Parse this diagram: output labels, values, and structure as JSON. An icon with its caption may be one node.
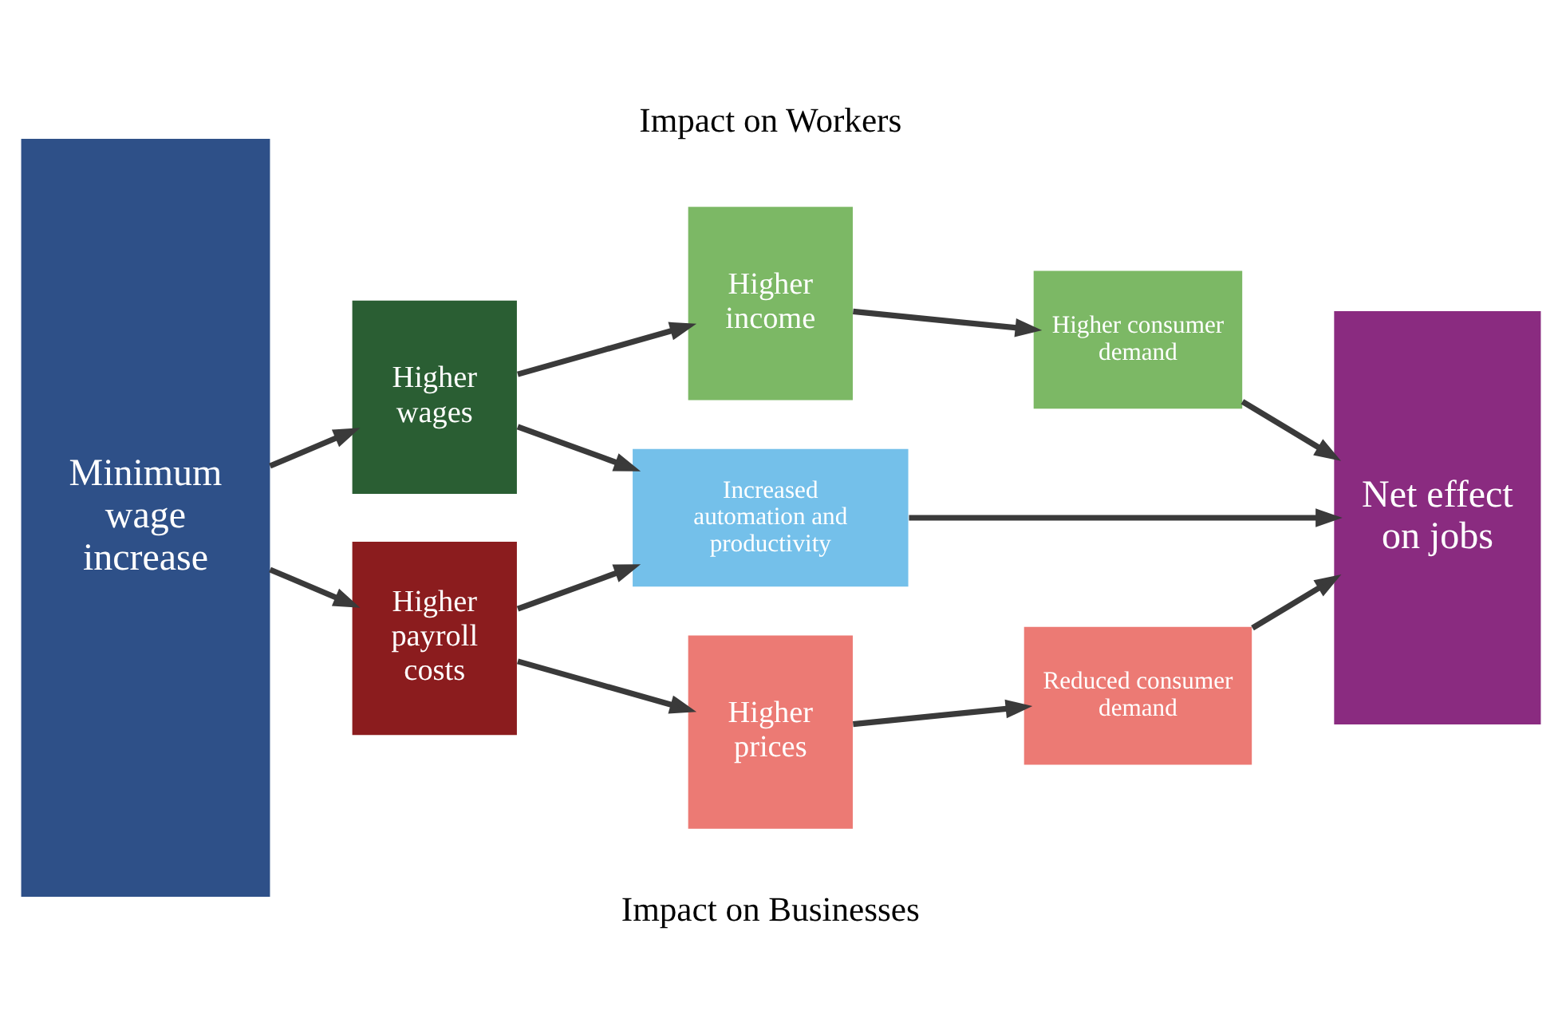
{
  "diagram": {
    "nodes": [
      {
        "text": [
          "Minimum wage increase"
        ]
      },
      {
        "text": [
          "Higher wages"
        ]
      },
      {
        "text": [
          "Higher income"
        ]
      },
      {
        "text": [
          "Higher consumer demand"
        ]
      },
      {
        "text": [
          "Increased automation and productivity"
        ]
      },
      {
        "text": [
          "Higher payroll costs"
        ]
      },
      {
        "text": [
          "Higher prices"
        ]
      },
      {
        "text": [
          "Reduced consumer demand"
        ]
      },
      {
        "text": [
          "Net effect on jobs"
        ]
      }
    ],
    "edges": [
      {
        "from": 0,
        "to": 1,
        "arrow": "to"
      },
      {
        "from": 0,
        "to": 5,
        "arrow": "to"
      },
      {
        "from": 1,
        "to": 2,
        "arrow": "to"
      },
      {
        "from": 2,
        "to": 3,
        "arrow": "to"
      },
      {
        "from": 1,
        "to": 4,
        "arrow": "to"
      },
      {
        "from": 5,
        "to": 4,
        "arrow": "to"
      },
      {
        "from": 4,
        "to": 8,
        "arrow": "to"
      },
      {
        "from": 5,
        "to": 6,
        "arrow": "to"
      },
      {
        "from": 6,
        "to": 7,
        "arrow": "to"
      },
      {
        "from": 3,
        "to": 8,
        "arrow": "to"
      },
      {
        "from": 7,
        "to": 8,
        "arrow": "to"
      }
    ],
    "labels": [
      "Impact on Workers",
      "Impact on Businesses"
    ]
  }
}
